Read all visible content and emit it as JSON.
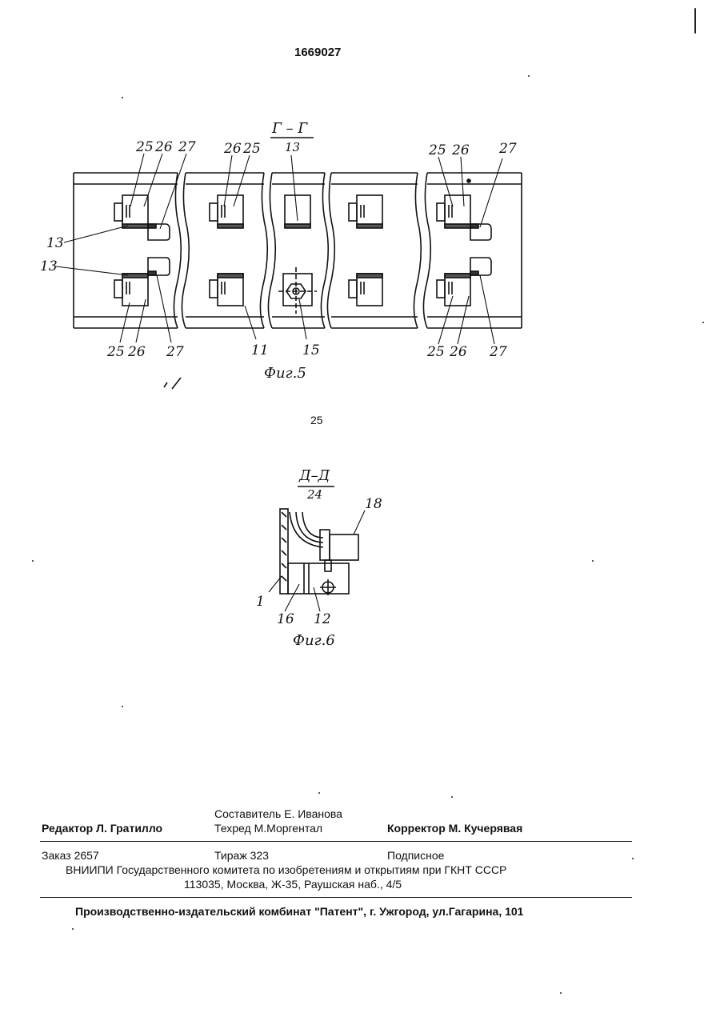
{
  "header": {
    "patent_number": "1669027",
    "page_number": "25"
  },
  "figure5": {
    "section_title": "Г – Г",
    "section_sub": "13",
    "caption": "Фиг.5",
    "labels": [
      "25",
      "26",
      "27",
      "26",
      "25",
      "25",
      "26",
      "27",
      "13",
      "13",
      "25",
      "26",
      "27",
      "11",
      "15",
      "25",
      "26",
      "27"
    ]
  },
  "figure6": {
    "section_title": "Д–Д",
    "section_sub": "24",
    "caption": "Фиг.6",
    "labels": [
      "18",
      "1",
      "16",
      "12"
    ]
  },
  "imprint": {
    "compiler": "Составитель  Е. Иванова",
    "editor": "Редактор  Л. Гратилло",
    "techred": "Техред М.Моргентал",
    "corrector": "Корректор   М. Кучерявая",
    "order": "Заказ  2657",
    "circulation": "Тираж  323",
    "subscription": "Подписное",
    "vniipi": "ВНИИПИ Государственного комитета по изобретениям и открытиям при ГКНТ СССР",
    "address": "113035, Москва, Ж-35, Раушская наб., 4/5",
    "printer": "Производственно-издательский комбинат \"Патент\", г. Ужгород, ул.Гагарина, 101"
  }
}
